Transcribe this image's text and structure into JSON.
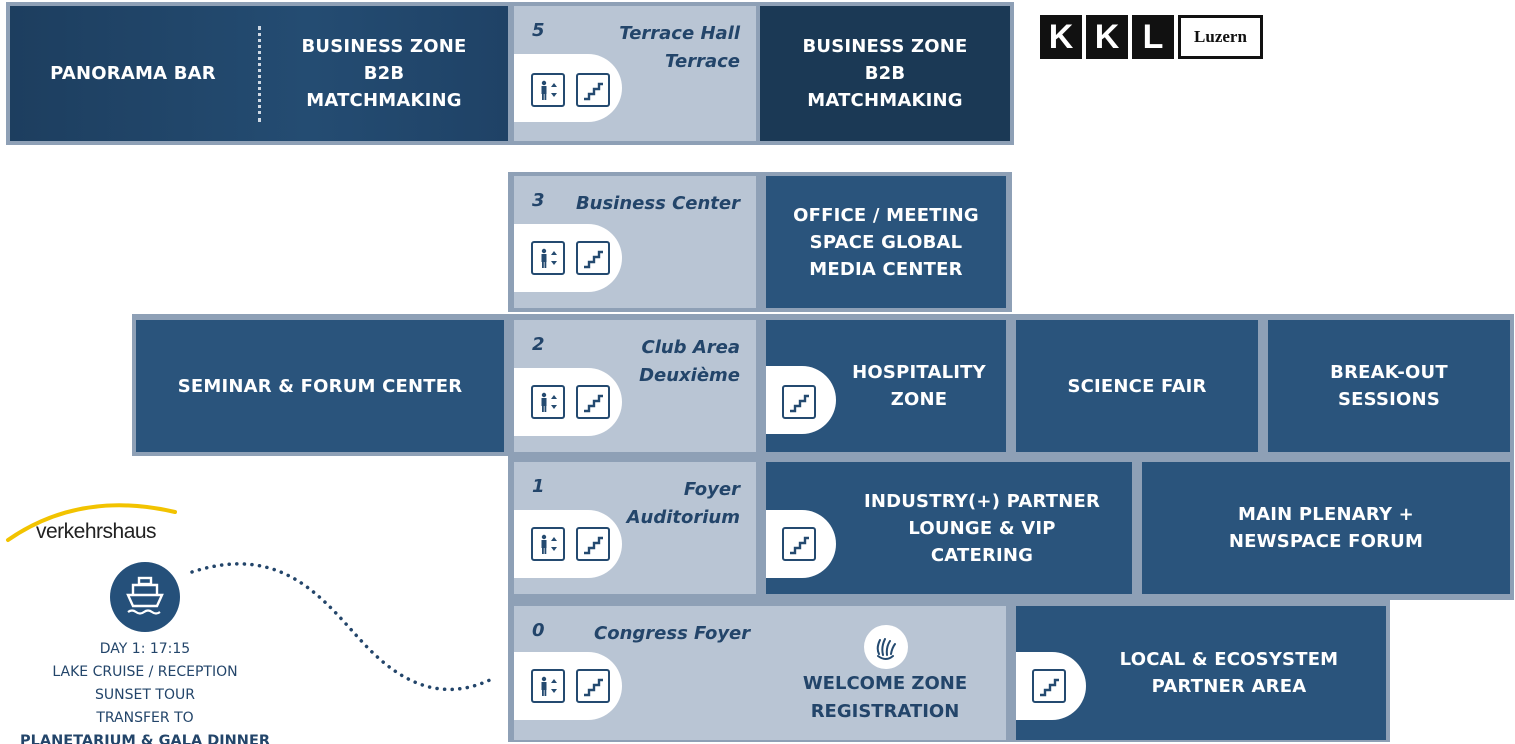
{
  "logo": {
    "letters": [
      "K",
      "K",
      "L"
    ],
    "city": "Luzern"
  },
  "external": {
    "brand": "verkehrshaus",
    "lines": [
      "DAY 1: 17:15",
      "LAKE CRUISE / RECEPTION",
      "SUNSET TOUR",
      "TRANSFER TO",
      "PLANETARIUM & GALA DINNER"
    ]
  },
  "floor5": {
    "num": "5",
    "core_name": "Terrace Hall\nTerrace",
    "left_a": "PANORAMA BAR",
    "left_b": "BUSINESS ZONE\nB2B\nMATCHMAKING",
    "right": "BUSINESS ZONE\nB2B\nMATCHMAKING"
  },
  "floor3": {
    "num": "3",
    "core_name": "Business Center",
    "right": "OFFICE / MEETING\nSPACE GLOBAL\nMEDIA CENTER"
  },
  "floor2": {
    "num": "2",
    "core_name": "Club Area\nDeuxième",
    "left": "SEMINAR & FORUM CENTER",
    "hospitality": "HOSPITALITY\nZONE",
    "science": "SCIENCE FAIR",
    "breakout": "BREAK-OUT\nSESSIONS"
  },
  "floor1": {
    "num": "1",
    "core_name": "Foyer\nAuditorium",
    "lounge": "INDUSTRY(+) PARTNER\nLOUNGE & VIP\nCATERING",
    "plenary": "MAIN PLENARY +\nNEWSPACE FORUM"
  },
  "floor0": {
    "num": "0",
    "core_name": "Congress Foyer",
    "welcome": "WELCOME ZONE\nREGISTRATION",
    "local": "LOCAL & ECOSYSTEM\nPARTNER AREA"
  },
  "icons": {
    "elevator": "elevator-icon",
    "stairs": "stairs-icon",
    "boat": "boat-icon",
    "hand": "waving-hand-icon"
  },
  "colors": {
    "block": "#2a547c",
    "dark_block": "#1b3955",
    "core": "#b9c5d4",
    "frame": "#8ea0b6",
    "text_dark": "#23456a"
  }
}
